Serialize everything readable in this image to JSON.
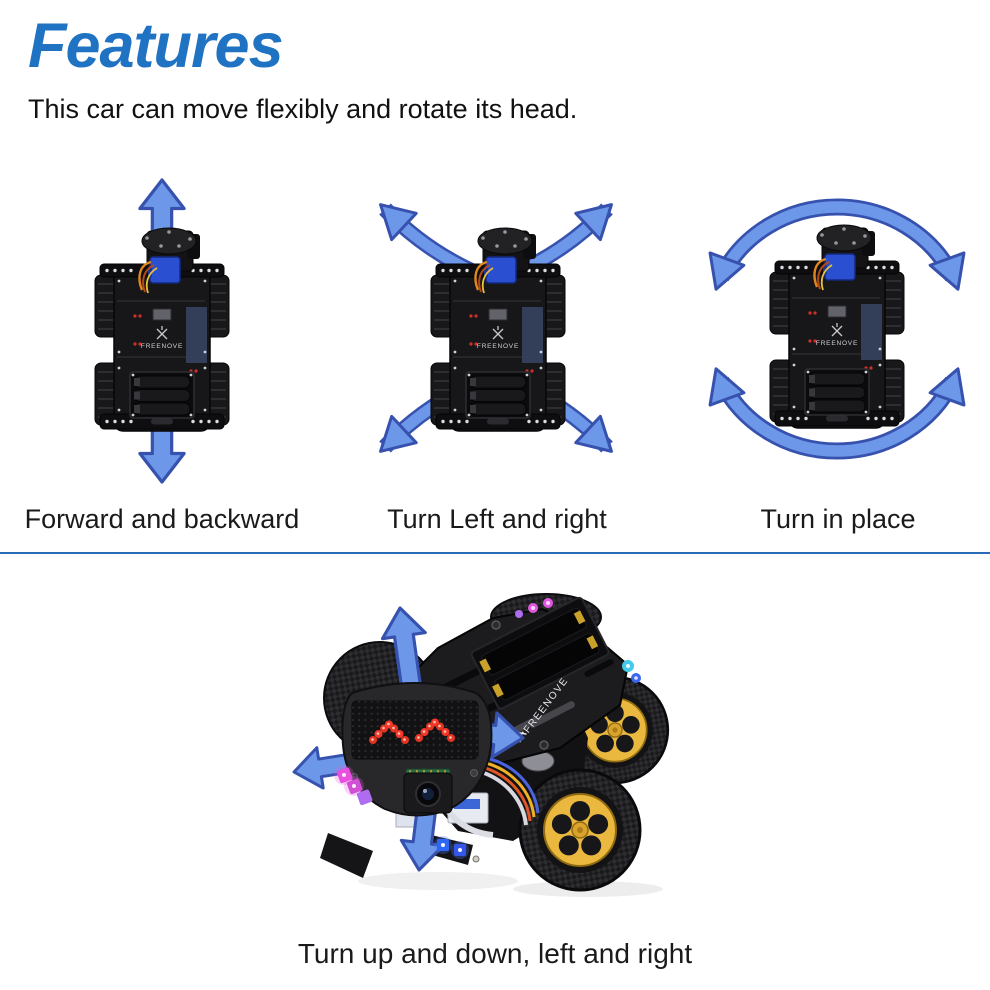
{
  "page": {
    "background": "#ffffff"
  },
  "header": {
    "title": "Features",
    "subtitle": "This car can move flexibly and rotate its head."
  },
  "top_row": {
    "figures": [
      {
        "caption": "Forward and backward",
        "motion": "forward-backward",
        "arrow_icons": [
          "up-block-arrow",
          "down-block-arrow"
        ]
      },
      {
        "caption": "Turn Left and right",
        "motion": "turn-left-right",
        "arrow_icons": [
          "curved-arrow-top-left",
          "curved-arrow-top-right",
          "curved-arrow-bottom-left",
          "curved-arrow-bottom-right"
        ]
      },
      {
        "caption": "Turn in place",
        "motion": "turn-in-place",
        "arrow_icons": [
          "circular-arc-top",
          "circular-arc-bottom"
        ]
      }
    ]
  },
  "bottom_figure": {
    "caption": "Turn up and down, left and right",
    "motion": "head-pan-tilt",
    "arrow_icons": [
      "up-block-arrow",
      "left-block-arrow",
      "right-block-arrow",
      "down-block-arrow"
    ]
  },
  "branding": {
    "logo_text": "FREENOVE"
  },
  "colors": {
    "title_blue": "#2073c2",
    "divider_blue": "#2a6cb7",
    "arrow_fill": "#6d97e8",
    "arrow_outline": "#3752ae",
    "caption_text": "#1a1a1a",
    "wheel_hub_orange": "#d5881e",
    "wheel_hub_yellow": "#eab83f",
    "servo_blue": "#2a4fd0",
    "led_red": "#f5382a",
    "led_magenta": "#e851e0",
    "led_blue": "#2e66f5"
  }
}
